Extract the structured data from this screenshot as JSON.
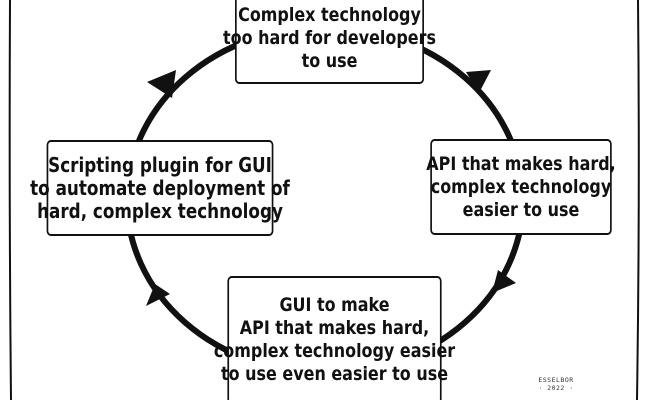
{
  "diagram": {
    "nodes": [
      {
        "id": "top",
        "lines": [
          "Complex technology",
          "too hard for developers",
          "to use"
        ]
      },
      {
        "id": "right",
        "lines": [
          "API that makes hard,",
          "complex technology",
          "easier to use"
        ]
      },
      {
        "id": "bottom",
        "lines": [
          "GUI to make",
          "API that makes hard,",
          "complex technology easier",
          "to use even easier to use"
        ]
      },
      {
        "id": "left",
        "lines": [
          "Scripting plugin for GUI",
          "to automate deployment of",
          "hard, complex technology"
        ]
      }
    ],
    "cycle_direction": "clockwise",
    "colors": {
      "ink": "#111111",
      "background": "#ffffff"
    },
    "signature": {
      "lines": [
        "ESSELBOR",
        "· 2022 ·"
      ]
    }
  }
}
